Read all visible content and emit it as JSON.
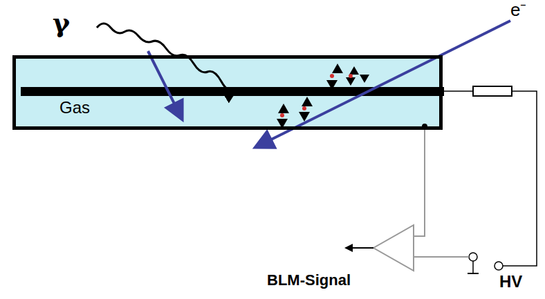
{
  "diagram": {
    "nodes": [
      {
        "text": [
          "Gas"
        ]
      }
    ],
    "labels": [
      "γ",
      "e⁻",
      "BLM-Signal",
      "HV"
    ]
  }
}
